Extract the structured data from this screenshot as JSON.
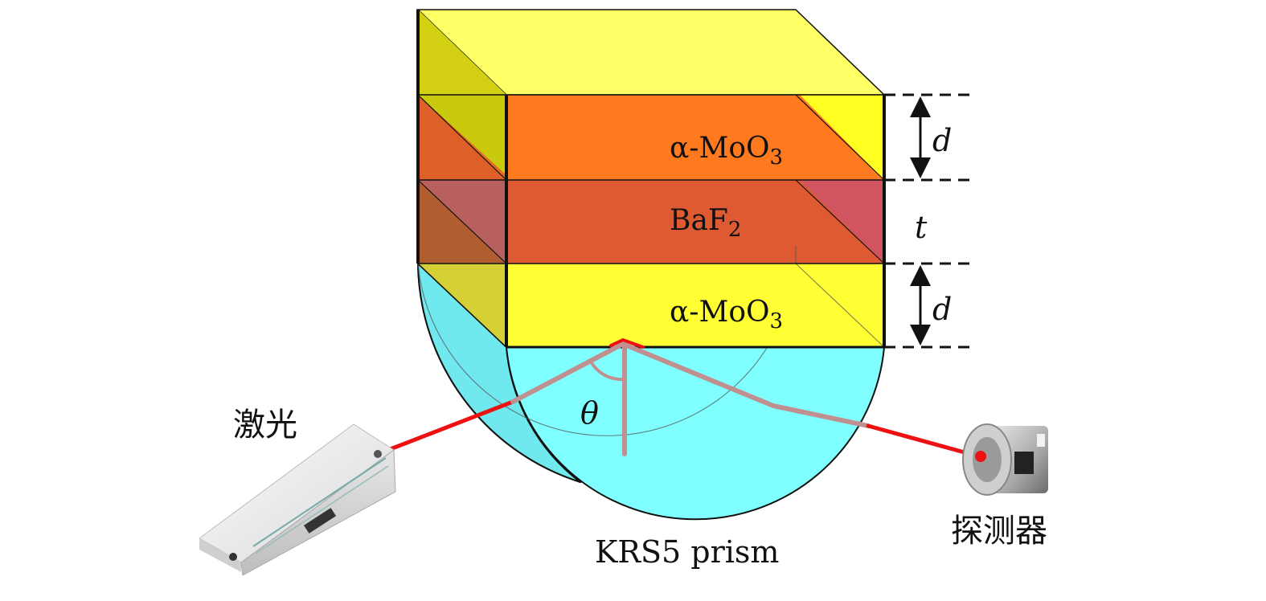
{
  "layers": [
    {
      "material": "α-MoO",
      "subscript": "3",
      "thickness_symbol": "d",
      "color": "#FF7A1E"
    },
    {
      "material": "BaF",
      "subscript": "2",
      "thickness_symbol": "t",
      "color": "#DD5A32"
    },
    {
      "material": "α-MoO",
      "subscript": "3",
      "thickness_symbol": "d",
      "color": "#FFFF33"
    }
  ],
  "angle_label": "θ",
  "prism_label": "KRS5 prism",
  "source_label": "激光",
  "detector_label": "探测器",
  "colors": {
    "prism": "#7FFFFF",
    "top_slab": "#FFFF66",
    "laser_beam": "#EE1111",
    "beam_in_prism": "#C09090"
  }
}
